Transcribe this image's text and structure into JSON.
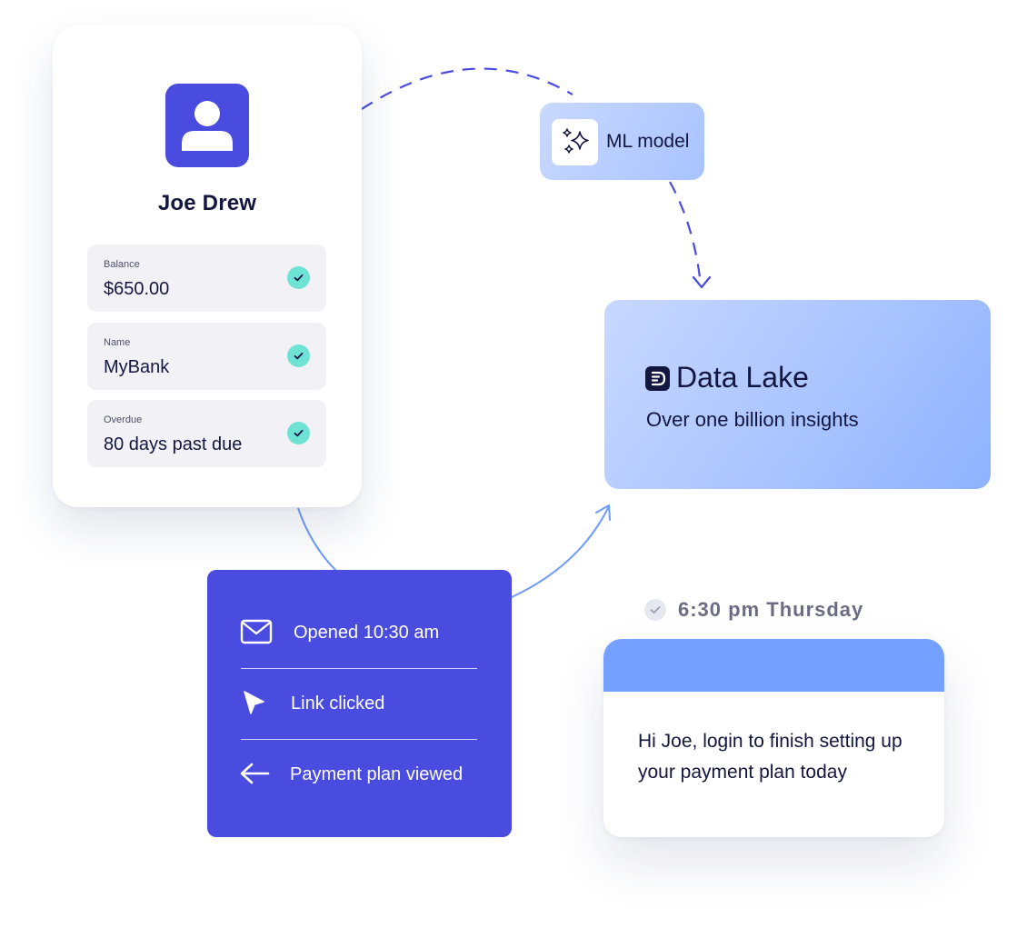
{
  "profile": {
    "name": "Joe Drew",
    "fields": [
      {
        "label": "Balance",
        "value": "$650.00",
        "verified": true
      },
      {
        "label": "Name",
        "value": "MyBank",
        "verified": true
      },
      {
        "label": "Overdue",
        "value": "80 days past due",
        "verified": true
      }
    ],
    "avatar_icon": "user-icon"
  },
  "ml_model": {
    "label": "ML model",
    "icon": "sparkles-icon"
  },
  "data_lake": {
    "title": "Data Lake",
    "subtitle": "Over one billion insights",
    "icon": "data-lake-logo-icon"
  },
  "activity": {
    "items": [
      {
        "label": "Opened 10:30 am",
        "icon": "envelope-icon"
      },
      {
        "label": "Link clicked",
        "icon": "cursor-icon"
      },
      {
        "label": "Payment plan viewed",
        "icon": "arrow-left-icon"
      }
    ]
  },
  "message": {
    "scheduled_time": "6:30 pm Thursday",
    "body": "Hi Joe, login to finish setting up your payment plan today"
  },
  "colors": {
    "primary": "#4a4ce0",
    "check": "#6fe3d3",
    "message_header": "#74a1ff",
    "text_dark": "#13163f"
  }
}
